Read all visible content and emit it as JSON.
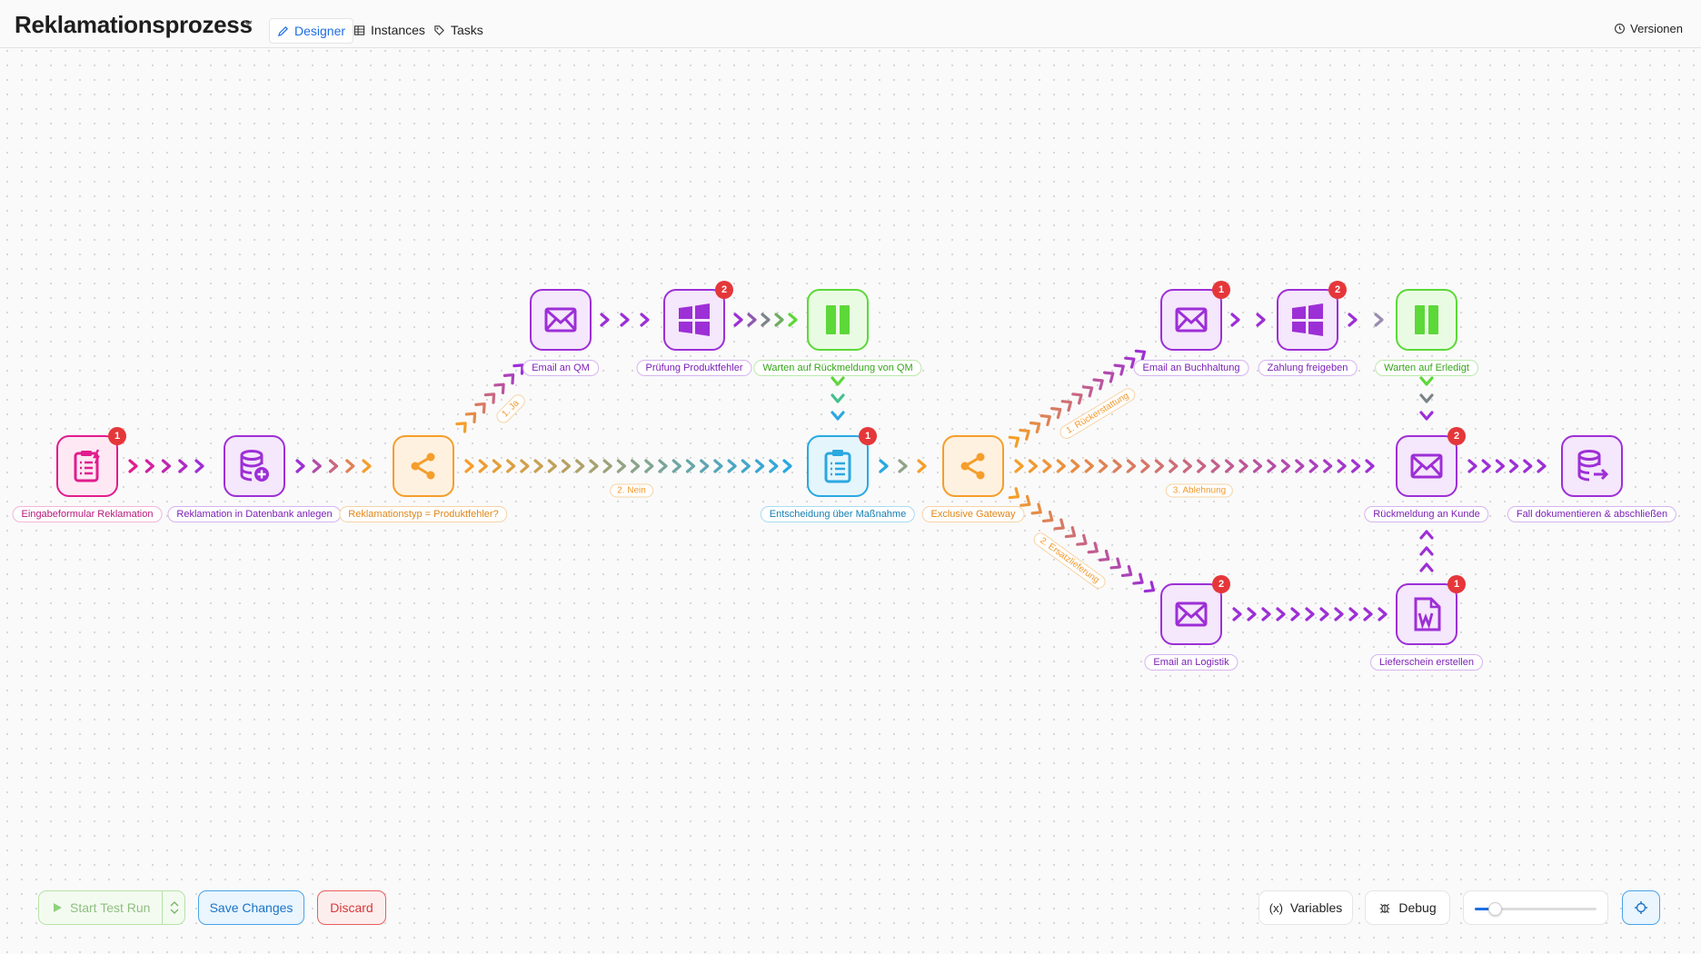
{
  "header": {
    "title": "Reklamationsprozess",
    "tabs": [
      {
        "label": "Designer",
        "icon": "pencil-icon",
        "active": true
      },
      {
        "label": "Instances",
        "icon": "table-icon",
        "active": false
      },
      {
        "label": "Tasks",
        "icon": "tag-icon",
        "active": false
      }
    ],
    "versions_label": "Versionen"
  },
  "colors": {
    "pink": "#e11d8e",
    "purple": "#9d2fd6",
    "orange": "#f59e2b",
    "green": "#5cd839",
    "blue": "#2aa8e0",
    "badge": "#e5373a",
    "accent": "#1d6fe0"
  },
  "nodes": [
    {
      "id": "n1",
      "label": "Eingabeformular Reklamation",
      "icon": "form-icon",
      "color": "pink",
      "badge": "1"
    },
    {
      "id": "n2",
      "label": "Reklamation in Datenbank anlegen",
      "icon": "database-add-icon",
      "color": "purple",
      "badge": ""
    },
    {
      "id": "n3",
      "label": "Reklamationstyp = Produktfehler?",
      "icon": "gateway-icon",
      "color": "orange",
      "badge": ""
    },
    {
      "id": "n4",
      "label": "Email an QM",
      "icon": "mail-icon",
      "color": "purple",
      "badge": ""
    },
    {
      "id": "n5",
      "label": "Prüfung Produktfehler",
      "icon": "windows-icon",
      "color": "purple",
      "badge": "2"
    },
    {
      "id": "n6",
      "label": "Warten auf Rückmeldung von QM",
      "icon": "pause-icon",
      "color": "green",
      "badge": ""
    },
    {
      "id": "n7",
      "label": "Entscheidung über Maßnahme",
      "icon": "clipboard-icon",
      "color": "blue",
      "badge": "1"
    },
    {
      "id": "n8",
      "label": "Exclusive Gateway",
      "icon": "gateway-icon",
      "color": "orange",
      "badge": ""
    },
    {
      "id": "n9",
      "label": "Email an Buchhaltung",
      "icon": "mail-icon",
      "color": "purple",
      "badge": "1"
    },
    {
      "id": "n10",
      "label": "Zahlung freigeben",
      "icon": "windows-icon",
      "color": "purple",
      "badge": "2"
    },
    {
      "id": "n11",
      "label": "Warten auf Erledigt",
      "icon": "pause-icon",
      "color": "green",
      "badge": ""
    },
    {
      "id": "n12",
      "label": "Rückmeldung an Kunde",
      "icon": "mail-icon",
      "color": "purple",
      "badge": "2"
    },
    {
      "id": "n13",
      "label": "Fall dokumentieren & abschließen",
      "icon": "database-export-icon",
      "color": "purple",
      "badge": ""
    },
    {
      "id": "n14",
      "label": "Email an Logistik",
      "icon": "mail-icon",
      "color": "purple",
      "badge": "2"
    },
    {
      "id": "n15",
      "label": "Lieferschein erstellen",
      "icon": "word-doc-icon",
      "color": "purple",
      "badge": "1"
    }
  ],
  "edge_labels": [
    {
      "id": "e_ja",
      "text": "1. Ja"
    },
    {
      "id": "e_nein",
      "text": "2. Nein"
    },
    {
      "id": "e_rueck",
      "text": "1. Rückerstattung"
    },
    {
      "id": "e_ablehn",
      "text": "3. Ablehnung"
    },
    {
      "id": "e_ersatz",
      "text": "2. Ersatzlieferung"
    }
  ],
  "toolbar": {
    "start_label": "Start Test Run",
    "save_label": "Save Changes",
    "discard_label": "Discard",
    "variables_label": "Variables",
    "variables_icon_text": "(x)",
    "debug_label": "Debug",
    "zoom_fraction": 0.16
  }
}
